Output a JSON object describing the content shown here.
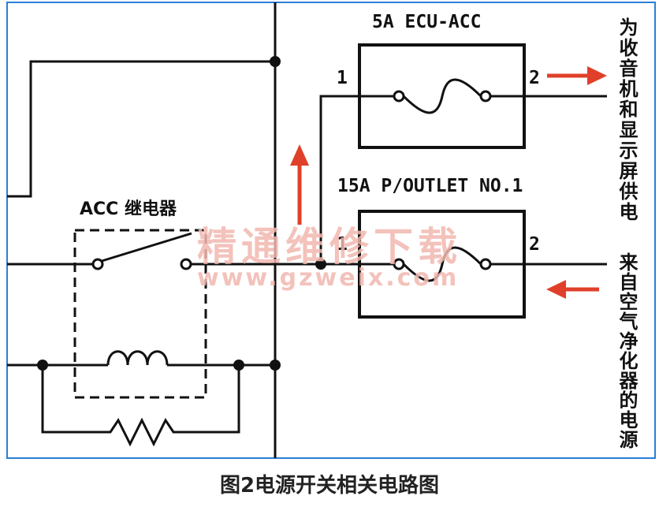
{
  "labels": {
    "fuse_top_name": "5A ECU-ACC",
    "fuse_top_pin1": "1",
    "fuse_top_pin2": "2",
    "fuse_bottom_name": "15A P/OUTLET NO.1",
    "fuse_bottom_pin1": "1",
    "fuse_bottom_pin2": "2",
    "relay_name": "ACC 继电器",
    "right_top_note": "为收音机和显示屏供电",
    "right_bottom_note": "来自空气净化器的电源",
    "caption": "图2电源开关相关电路图"
  },
  "watermark": {
    "line1": "精通维修下载",
    "line2": "www.gzweix.com"
  },
  "colors": {
    "line": "#111111",
    "arrow": "#e0402a",
    "frame": "#2a7fd6",
    "watermark": "#f2b8b0"
  }
}
